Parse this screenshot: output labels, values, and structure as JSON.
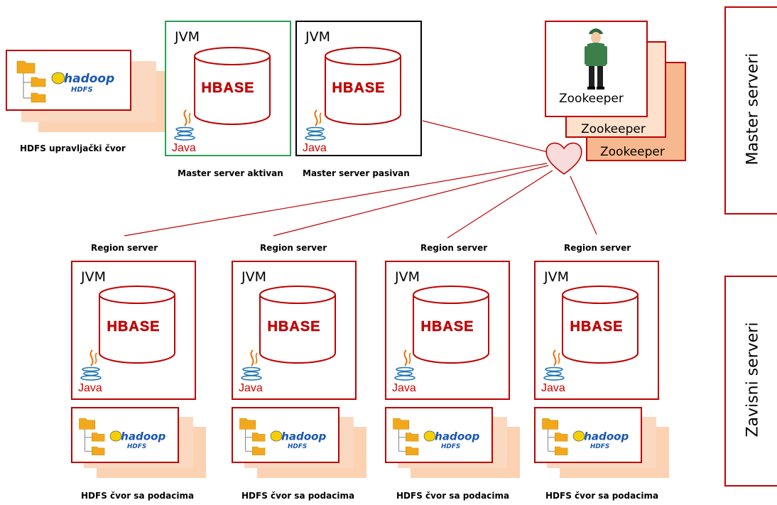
{
  "labels": {
    "jvm": "JVM",
    "hbase": "HBASE",
    "java": "Java",
    "hadoop": "hadoop",
    "hdfs": "HDFS",
    "zookeeper": "Zookeeper",
    "region_server": "Region server",
    "hdfs_data_node": "HDFS čvor sa podacima",
    "hdfs_control_node": "HDFS upravljački čvor",
    "master_active": "Master server aktivan",
    "master_passive": "Master server pasivan",
    "master_servers": "Master serveri",
    "dependent_servers": "Zavisni serveri"
  },
  "colors": {
    "border_red": "#c00000",
    "border_green": "#2aa152",
    "hbase_red": "#d00000",
    "shadow_peach": "#fbd9c0",
    "zookeeper_fill_1": "#fde1cc",
    "zookeeper_fill_2": "#f7b88f",
    "heart_fill": "#f8dcdc",
    "connector_line": "#c00000"
  }
}
